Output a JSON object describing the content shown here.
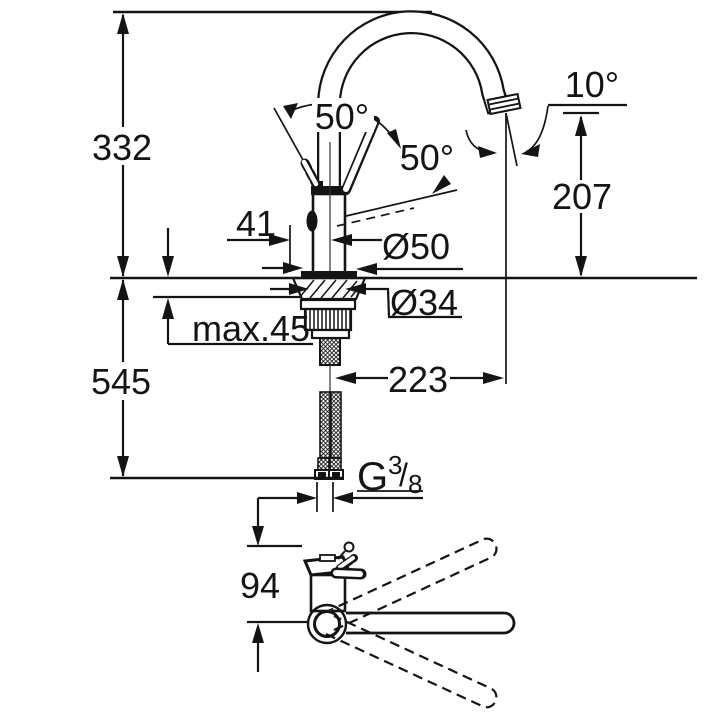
{
  "colors": {
    "line": "#141414",
    "background": "#ffffff"
  },
  "dimensions": {
    "total_height": "332",
    "height_below_deck": "545",
    "outlet_height": "207",
    "spout_reach": "223",
    "body_depth": "94",
    "lever_offset": "41",
    "base_diameter": "Ø50",
    "hole_diameter": "Ø34",
    "max_mounting_thickness": "max.45",
    "swivel_angle": "50°",
    "lever_angle": "50°",
    "outlet_tilt_angle": "10°",
    "thread": {
      "g": "G",
      "numerator": "3",
      "slash": "/",
      "denominator": "8"
    }
  }
}
